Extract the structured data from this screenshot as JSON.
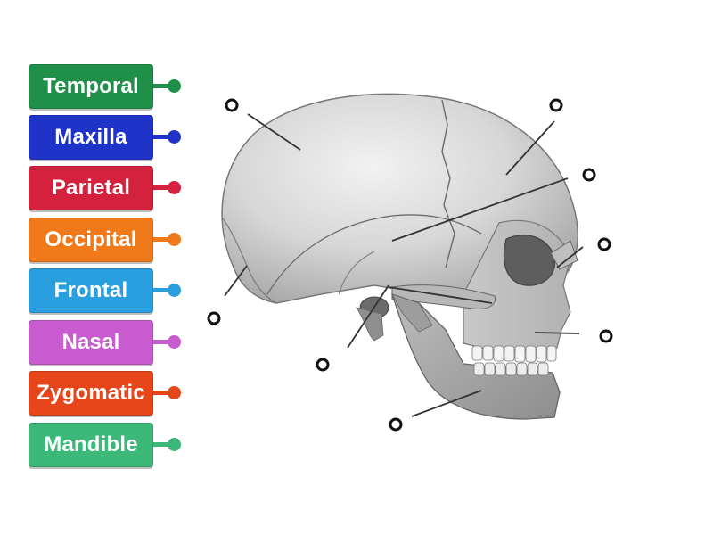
{
  "labels": [
    {
      "text": "Temporal",
      "color": "#1f8f4a"
    },
    {
      "text": "Maxilla",
      "color": "#1f33c9"
    },
    {
      "text": "Parietal",
      "color": "#d4213d"
    },
    {
      "text": "Occipital",
      "color": "#f07a1a"
    },
    {
      "text": "Frontal",
      "color": "#2a9fe0"
    },
    {
      "text": "Nasal",
      "color": "#c95bd1"
    },
    {
      "text": "Zygomatic",
      "color": "#e6461a"
    },
    {
      "text": "Mandible",
      "color": "#3cb878"
    }
  ],
  "diagram": {
    "image": "lateral-skull-illustration",
    "drop_target_count": 8
  }
}
